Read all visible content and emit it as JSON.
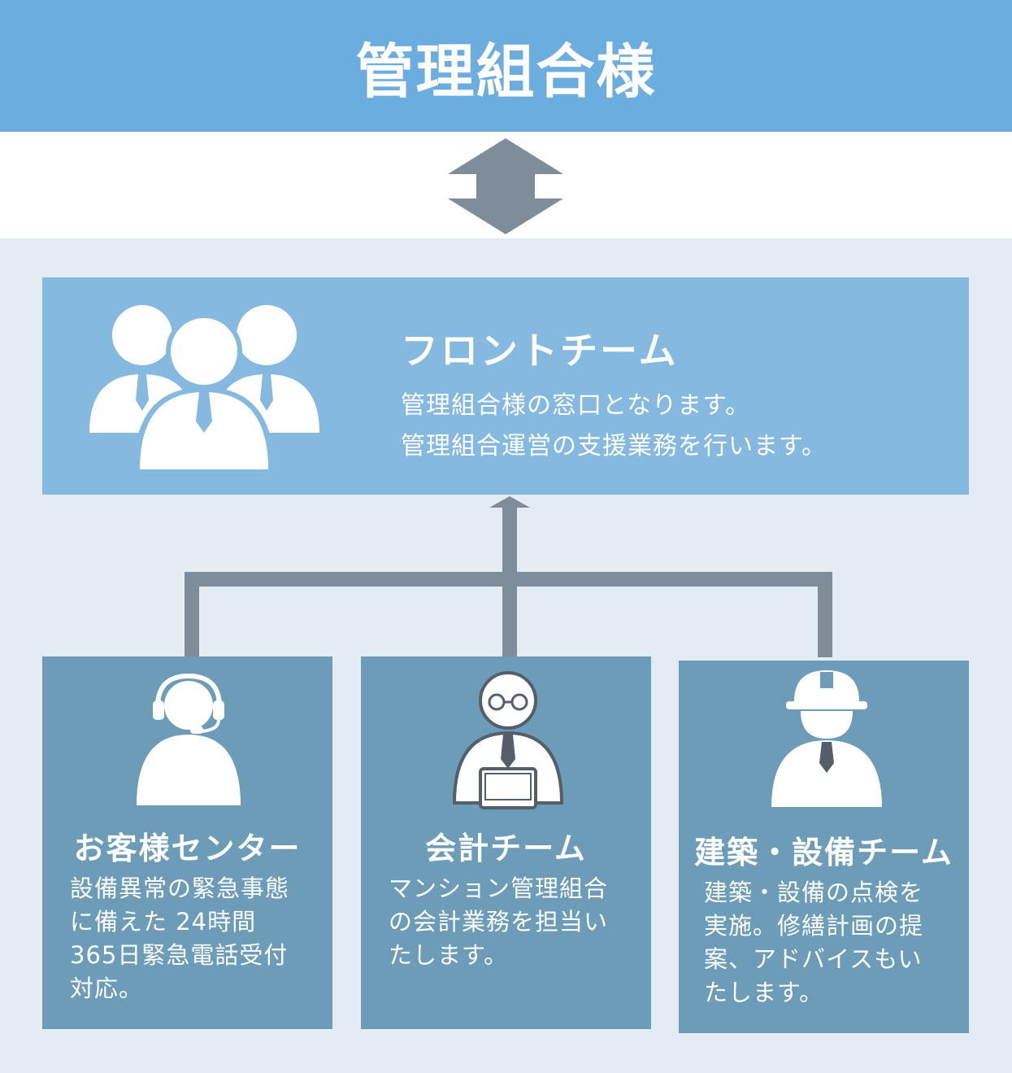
{
  "header": {
    "title": "管理組合様"
  },
  "front_team": {
    "title": "フロントチーム",
    "description": [
      "管理組合様の窓口となります。",
      "管理組合運営の支援業務を行います。"
    ]
  },
  "teams": [
    {
      "title": "お客様センター",
      "description": [
        "設備異常の緊急事態",
        "に備えた 24時間",
        "365日緊急電話受付",
        "対応。"
      ]
    },
    {
      "title": "会計チーム",
      "description": [
        "マンション管理組合",
        "の会計業務を担当い",
        "たします。"
      ]
    },
    {
      "title": "建築・設備チーム",
      "description": [
        "建築・設備の点検を",
        "実施。修繕計画の提",
        "案、アドバイスもい",
        "たします。"
      ]
    }
  ],
  "colors": {
    "header": "#6cade0",
    "panel": "#e3ebf3",
    "front_box": "#86b9e0",
    "team_box": "#6c9cb7",
    "connector": "#7f8c99"
  }
}
